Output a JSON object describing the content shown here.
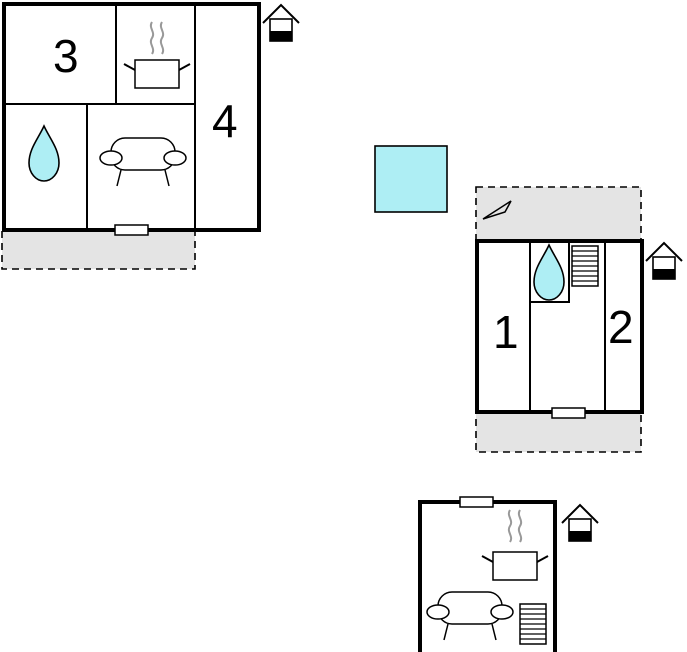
{
  "floorplan": {
    "rooms": [
      {
        "id": "room-3",
        "label": "3"
      },
      {
        "id": "room-4",
        "label": "4"
      },
      {
        "id": "room-1",
        "label": "1"
      },
      {
        "id": "room-2",
        "label": "2"
      }
    ],
    "colors": {
      "wall": "#000000",
      "terrace": "#e4e4e4",
      "water": "#aeeef4",
      "pool": "#aeeef4",
      "steam": "#999999",
      "background": "#ffffff"
    },
    "icons": [
      "water-drop-icon",
      "cooking-pot-icon",
      "sofa-icon",
      "stairs-icon",
      "house-entrance-icon",
      "window-icon",
      "north-arrow-icon",
      "pool-icon"
    ]
  }
}
